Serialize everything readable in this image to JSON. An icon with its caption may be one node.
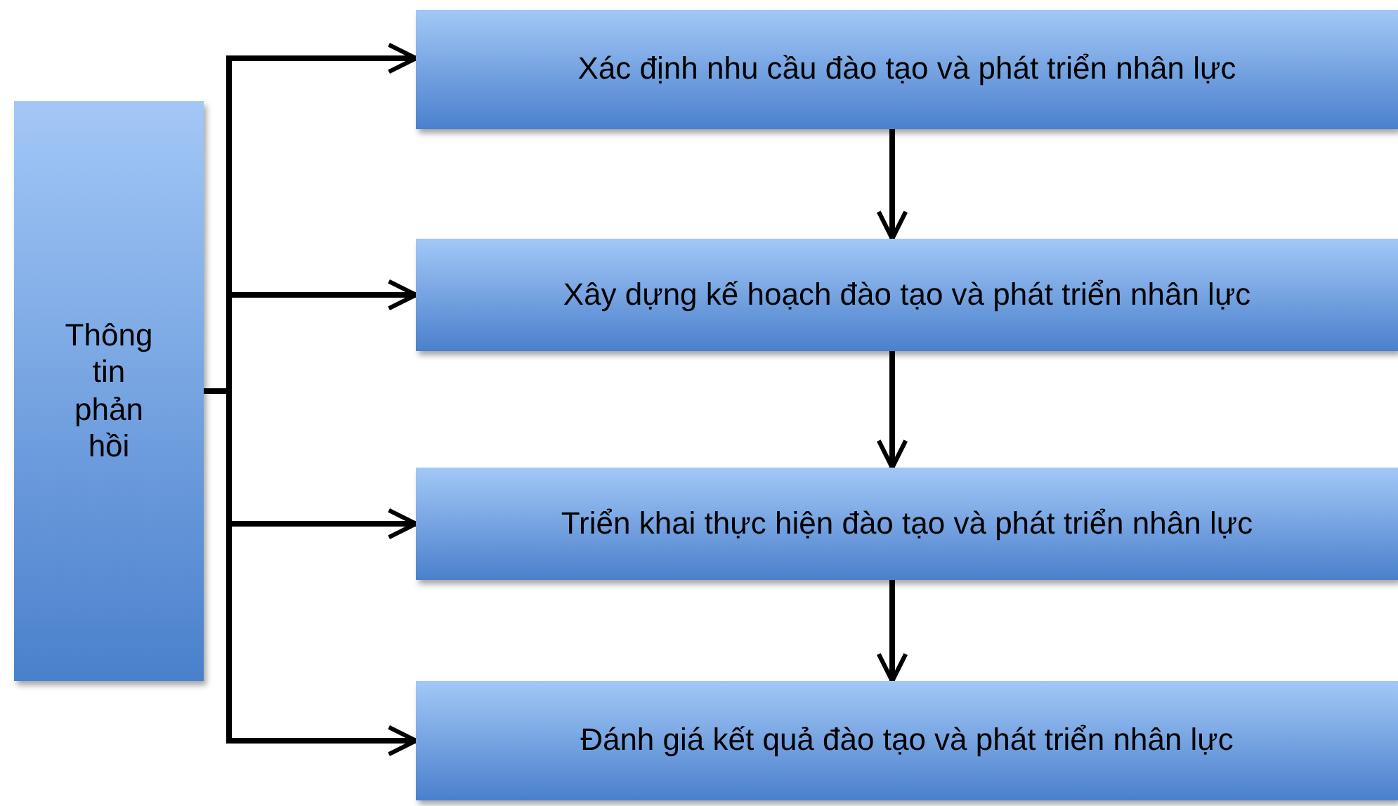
{
  "diagram": {
    "nodes": [
      {
        "text": [
          "Thông tin phản hồi"
        ]
      },
      {
        "text": [
          "Xác định nhu cầu đào tạo và phát triển nhân lực"
        ]
      },
      {
        "text": [
          "Xây dựng kế hoạch đào tạo và phát triển nhân lực"
        ]
      },
      {
        "text": [
          "Triển khai thực hiện đào tạo và phát triển nhân lực"
        ]
      },
      {
        "text": [
          "Đánh giá kết quả đào tạo và phát triển nhân lực"
        ]
      }
    ],
    "edges": [
      {
        "from": 0,
        "to": 1,
        "arrow": "to"
      },
      {
        "from": 0,
        "to": 2,
        "arrow": "to"
      },
      {
        "from": 0,
        "to": 3,
        "arrow": "to"
      },
      {
        "from": 0,
        "to": 4,
        "arrow": "to"
      },
      {
        "from": 1,
        "to": 2,
        "arrow": "to"
      },
      {
        "from": 2,
        "to": 3,
        "arrow": "to"
      },
      {
        "from": 3,
        "to": 4,
        "arrow": "to"
      }
    ]
  }
}
